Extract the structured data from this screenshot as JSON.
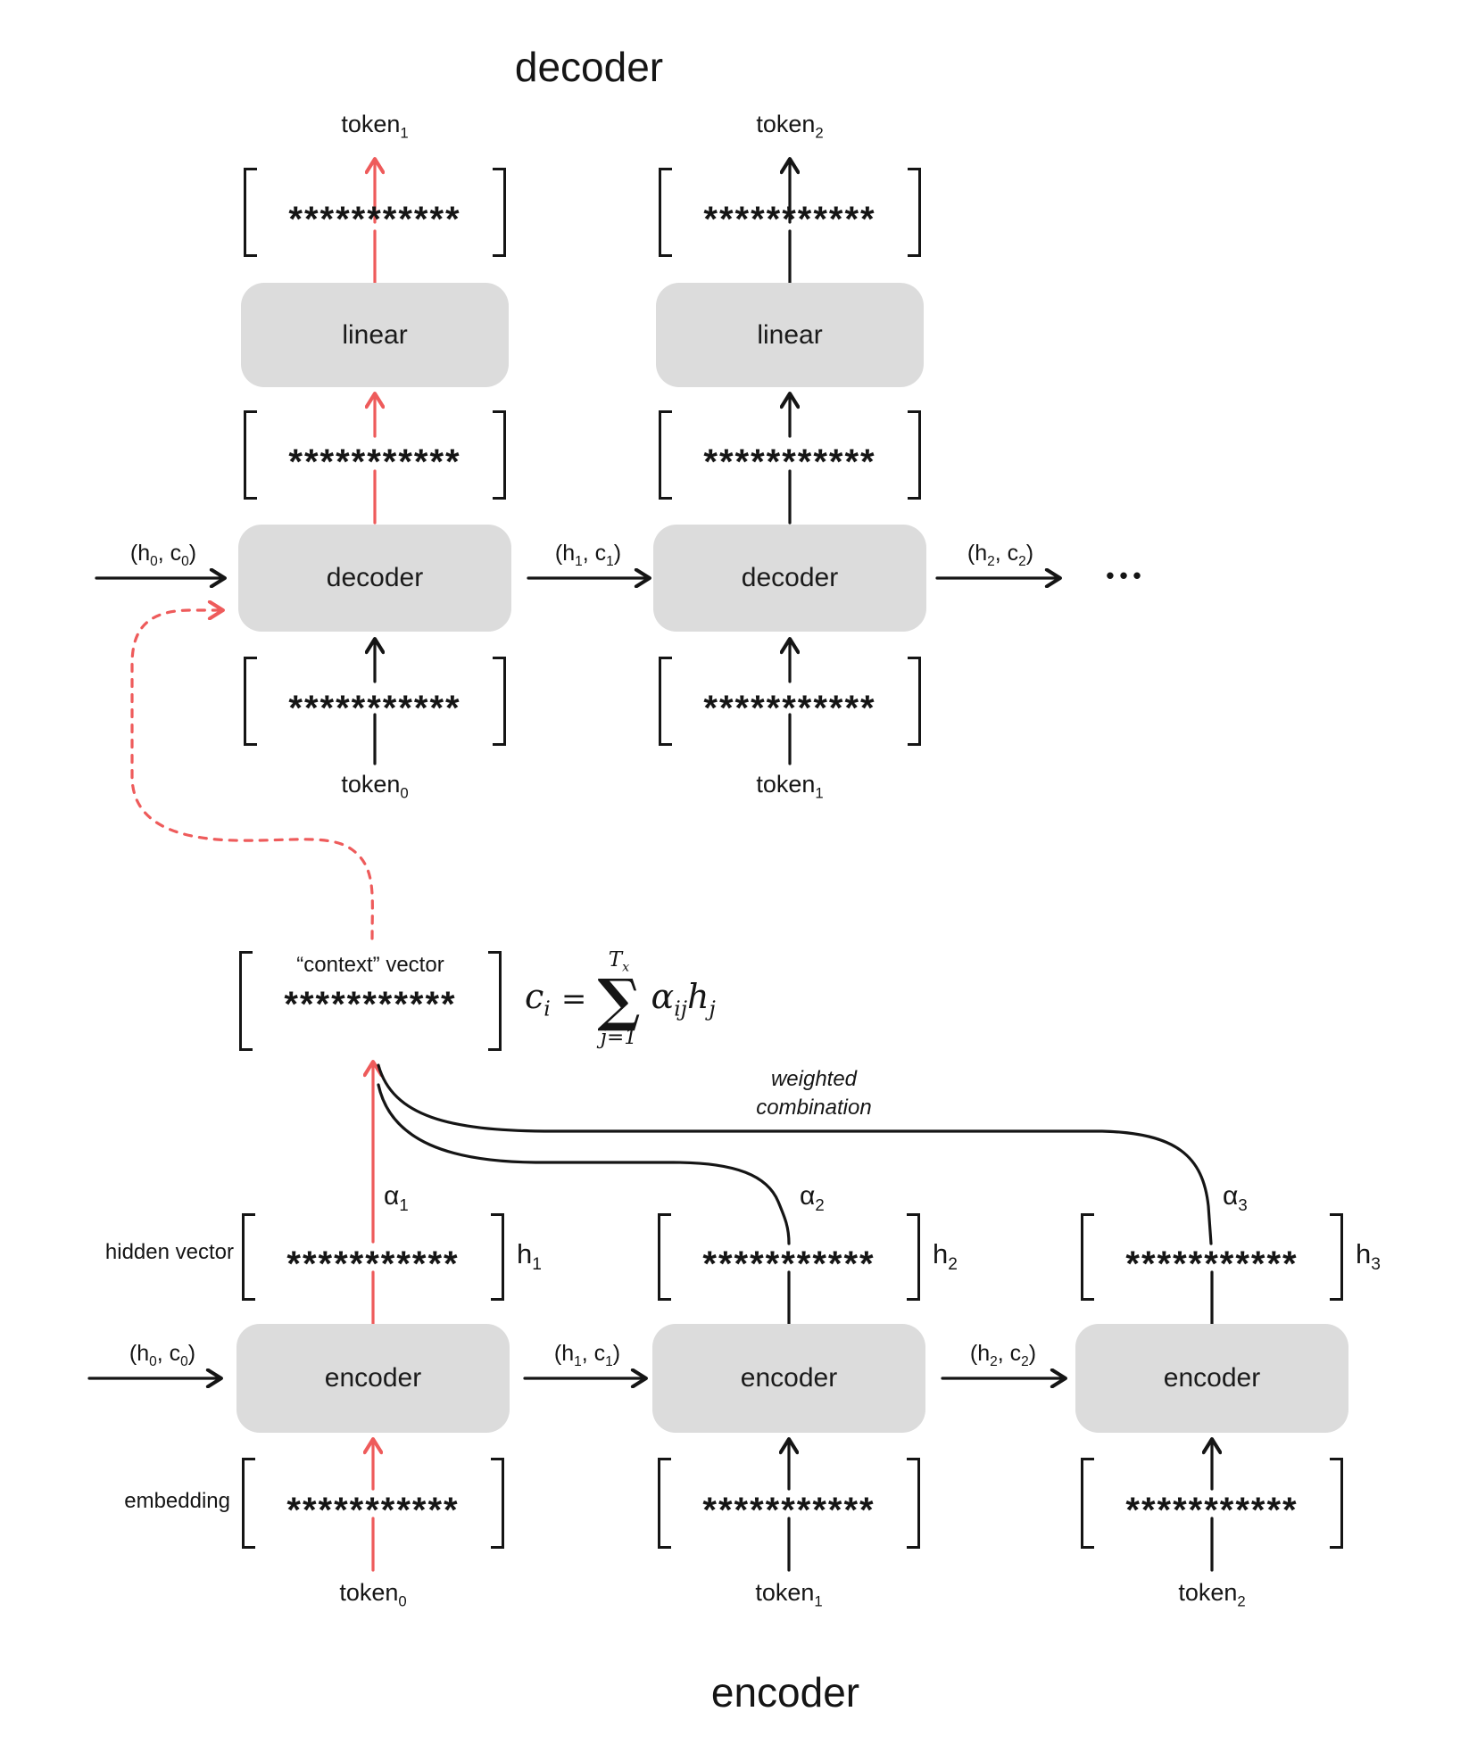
{
  "colors": {
    "accent": "#ee5b5b",
    "box_fill": "#dcdcdc",
    "ink": "#151515"
  },
  "vector_placeholder": "***********",
  "decoder_block": {
    "title": "decoder",
    "state_labels": [
      "(h_{0}, c_{0})",
      "(h_{1}, c_{1})",
      "(h_{2}, c_{2})"
    ],
    "ellipsis": "•••",
    "columns": [
      {
        "output_token": "token_{1}",
        "linear_label": "linear",
        "cell_label": "decoder",
        "input_token": "token_{0}"
      },
      {
        "output_token": "token_{2}",
        "linear_label": "linear",
        "cell_label": "decoder",
        "input_token": "token_{1}"
      }
    ]
  },
  "context_block": {
    "vector_label": "“context” vector",
    "formula": {
      "lhs": "c_{i}",
      "equals": "=",
      "sum_upper": "T_{x}",
      "sum_symbol": "∑",
      "sum_lower": "j=1",
      "rhs": "α_{ij}h_{j}"
    },
    "weighted_combination_line1": "weighted",
    "weighted_combination_line2": "combination"
  },
  "encoder_block": {
    "title": "encoder",
    "row_labels": {
      "hidden_vector": "hidden vector",
      "embedding": "embedding"
    },
    "state_labels": [
      "(h_{0}, c_{0})",
      "(h_{1}, c_{1})",
      "(h_{2}, c_{2})"
    ],
    "columns": [
      {
        "token": "token_{0}",
        "cell_label": "encoder",
        "alpha_label": "α_{1}",
        "hidden_label": "h_{1}"
      },
      {
        "token": "token_{1}",
        "cell_label": "encoder",
        "alpha_label": "α_{2}",
        "hidden_label": "h_{2}"
      },
      {
        "token": "token_{2}",
        "cell_label": "encoder",
        "alpha_label": "α_{3}",
        "hidden_label": "h_{3}"
      }
    ]
  }
}
